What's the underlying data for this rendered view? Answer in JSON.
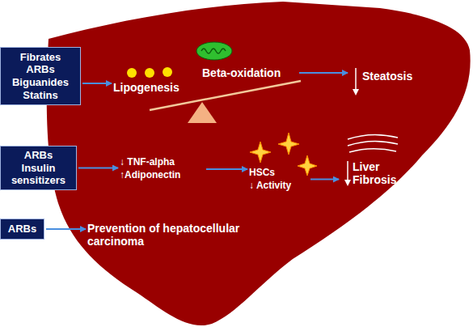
{
  "diagram": {
    "nodes": [
      {
        "text": [
          "Fibrates ARBs Biguanides Statins"
        ]
      },
      {
        "text": [
          "Lipogenesis"
        ]
      },
      {
        "text": [
          "Beta-oxidation"
        ]
      },
      {
        "text": [
          "Steatosis"
        ]
      },
      {
        "text": [
          "ARBs Insulin sensitizers"
        ]
      },
      {
        "text": [
          "↓ TNF-alpha",
          "↑Adiponectin"
        ]
      },
      {
        "text": [
          "HSCs",
          "↓ Activity"
        ]
      },
      {
        "text": [
          "Liver Fibrosis"
        ]
      },
      {
        "text": [
          "ARBs"
        ]
      },
      {
        "text": [
          "Prevention of hepatocellular carcinoma"
        ]
      }
    ],
    "edges": [
      {
        "from": 0,
        "to": 1,
        "arrow": "to"
      },
      {
        "from": 2,
        "to": 3,
        "arrow": "to"
      },
      {
        "from": 4,
        "to": 5,
        "arrow": "to"
      },
      {
        "from": 5,
        "to": 6,
        "arrow": "to"
      },
      {
        "from": 6,
        "to": 7,
        "arrow": "to"
      },
      {
        "from": 8,
        "to": 9,
        "arrow": "to"
      }
    ]
  }
}
